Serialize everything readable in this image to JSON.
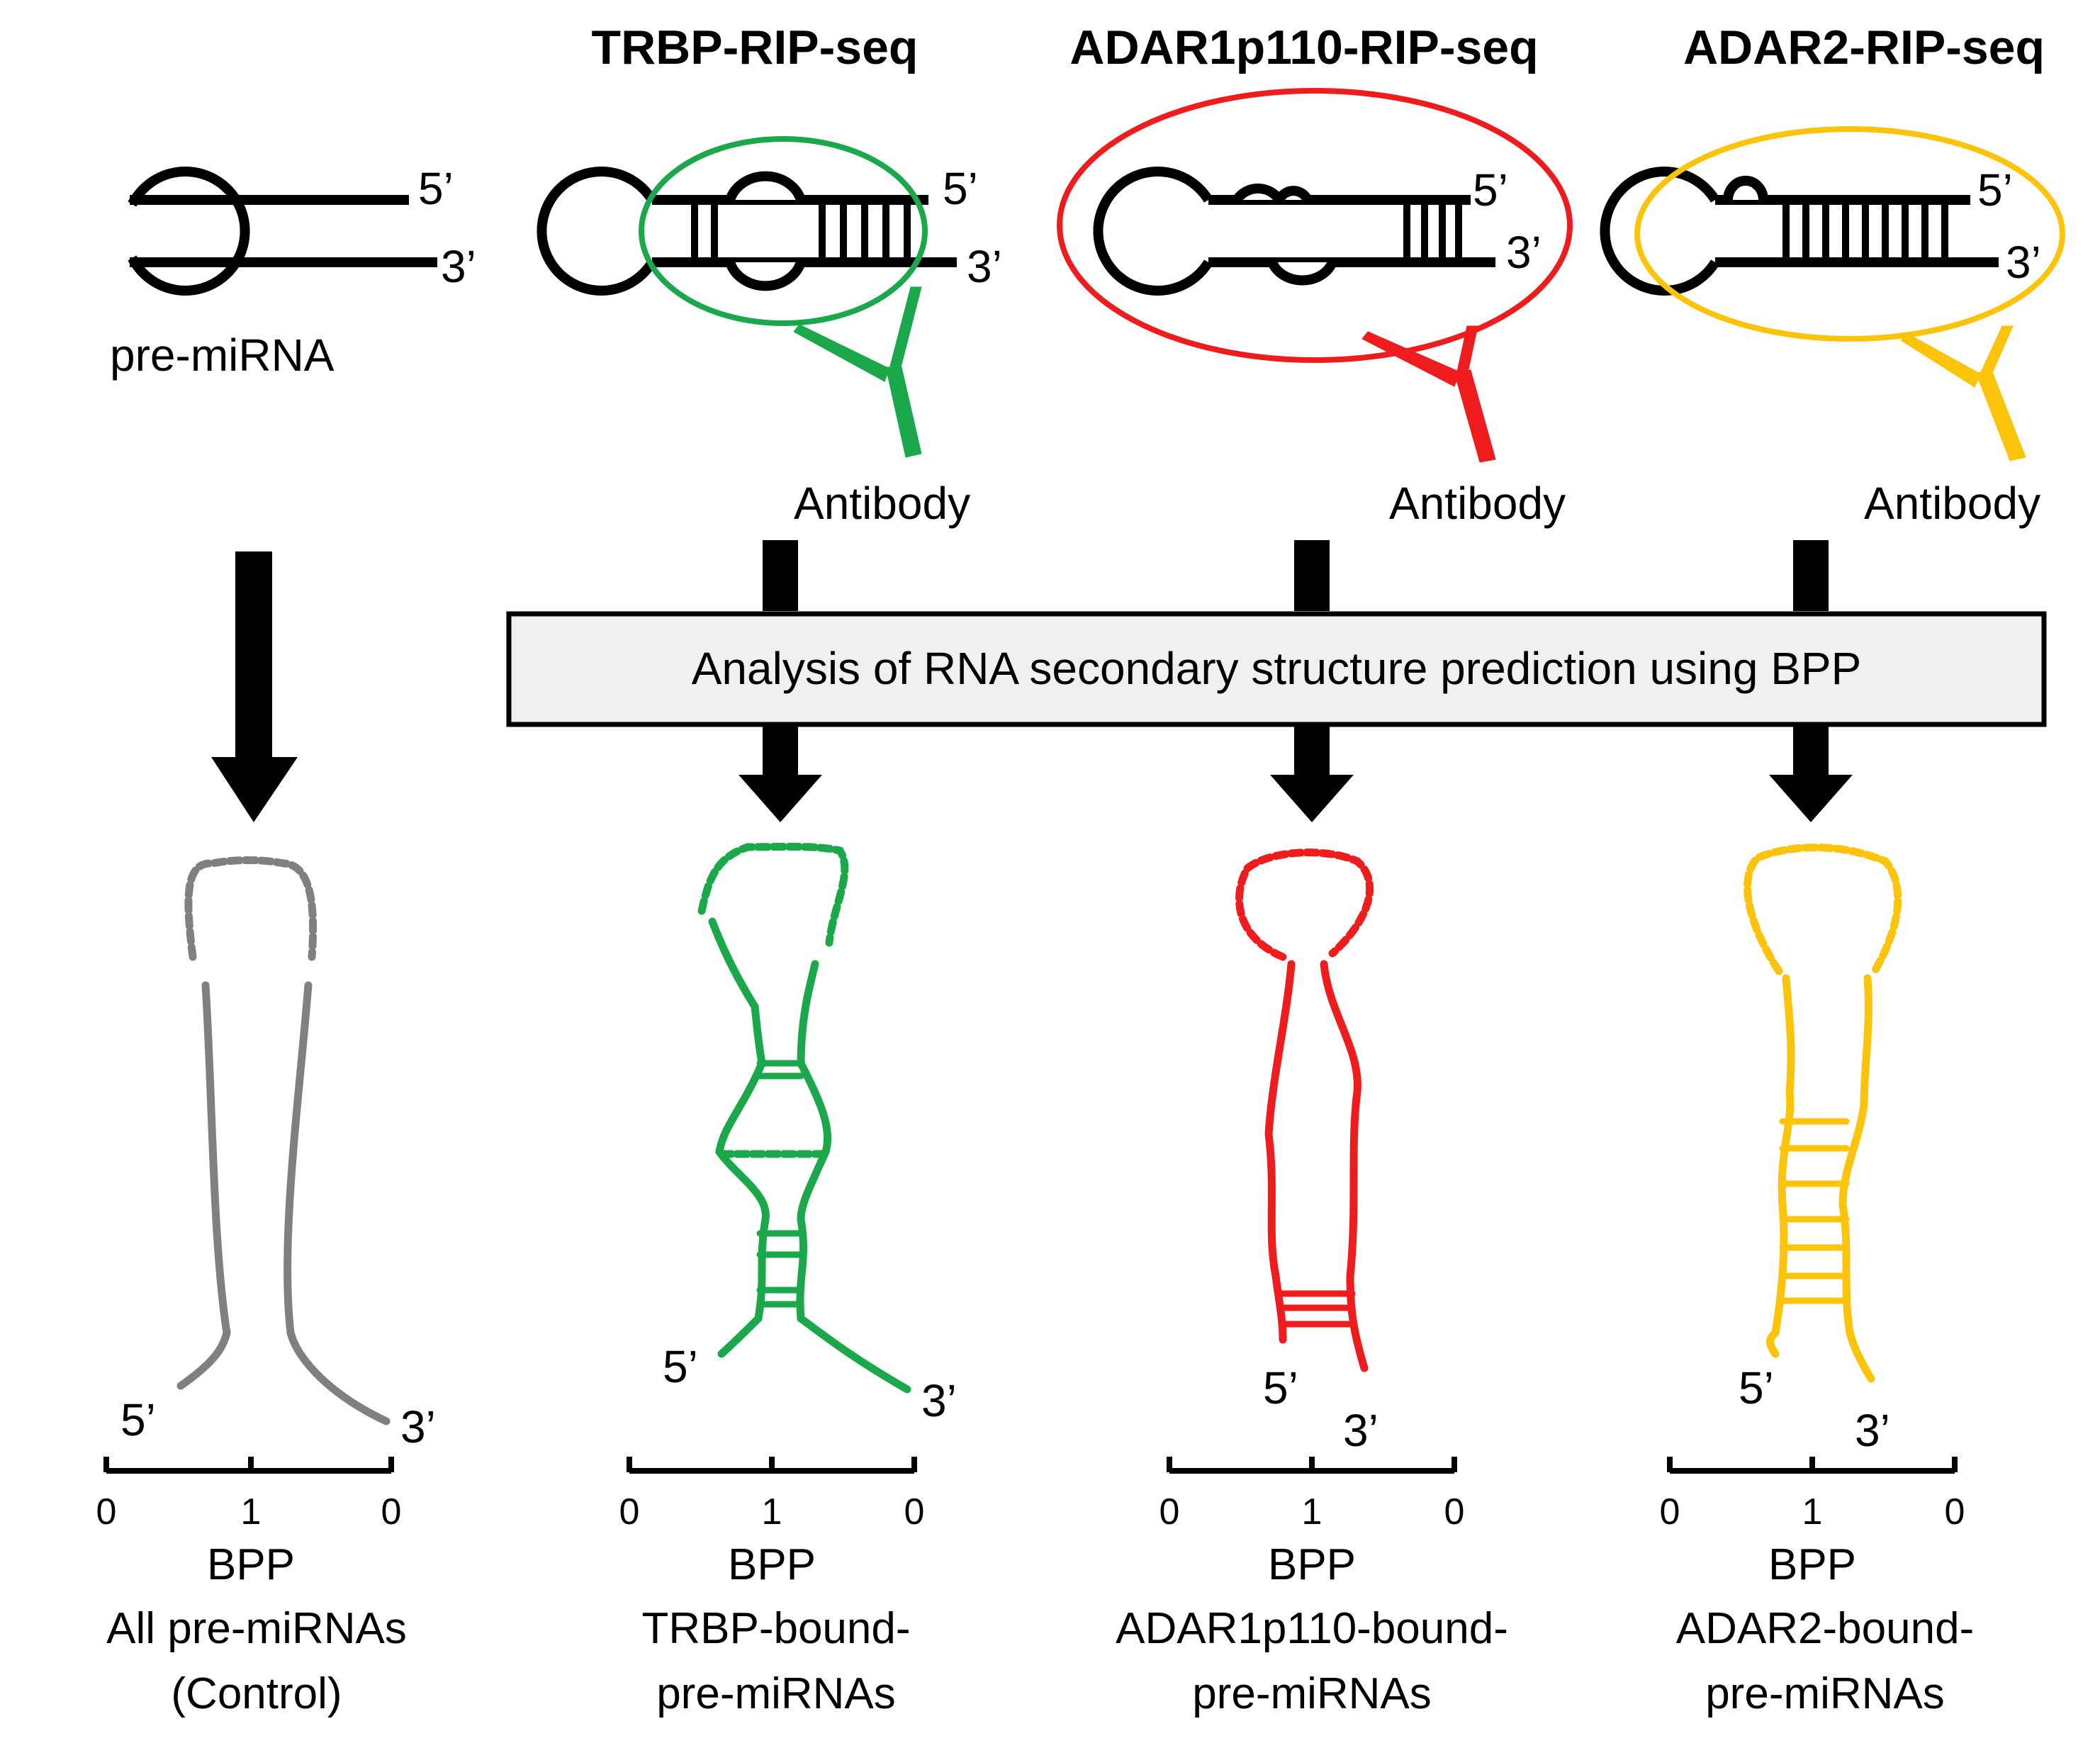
{
  "top_panel": {
    "premirna_label": "pre-miRNA",
    "columns": [
      {
        "title": "TRBP-RIP-seq",
        "antibody_label": "Antibody",
        "color": "#1aa84a"
      },
      {
        "title": "ADAR1p110-RIP-seq",
        "antibody_label": "Antibody",
        "color": "#ee1c1c"
      },
      {
        "title": "ADAR2-RIP-seq",
        "antibody_label": "Antibody",
        "color": "#fcc30b"
      }
    ],
    "strand_labels": {
      "five": "5’",
      "three": "3’"
    }
  },
  "analysis_box": {
    "text": "Analysis of RNA secondary structure prediction using BPP"
  },
  "bottom_panel": {
    "columns": [
      {
        "caption_line1": "All pre-miRNAs",
        "caption_line2": "(Control)",
        "color": "#808080"
      },
      {
        "caption_line1": "TRBP-bound-",
        "caption_line2": "pre-miRNAs",
        "color": "#1aa84a"
      },
      {
        "caption_line1": "ADAR1p110-bound-",
        "caption_line2": "pre-miRNAs",
        "color": "#ee1c1c"
      },
      {
        "caption_line1": "ADAR2-bound-",
        "caption_line2": "pre-miRNAs",
        "color": "#fcc30b"
      }
    ],
    "scale": {
      "label": "BPP",
      "ticks": [
        "0",
        "1",
        "0"
      ]
    },
    "strand_labels": {
      "five": "5’",
      "three": "3’"
    }
  }
}
